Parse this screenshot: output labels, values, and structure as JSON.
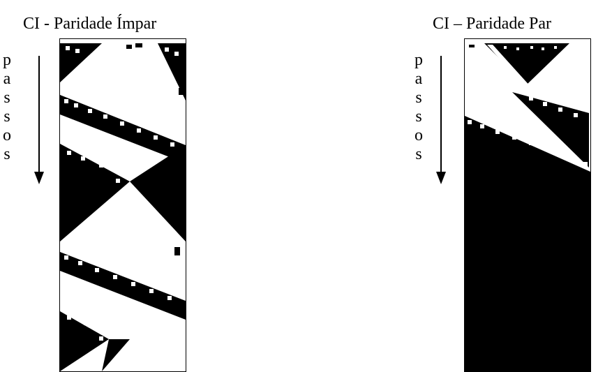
{
  "panels": [
    {
      "title": "CI - Paridade Ímpar",
      "axis_label": [
        "p",
        "a",
        "s",
        "s",
        "o",
        "s"
      ]
    },
    {
      "title": "CI – Paridade Par",
      "axis_label": [
        "p",
        "a",
        "s",
        "s",
        "o",
        "s"
      ]
    }
  ]
}
